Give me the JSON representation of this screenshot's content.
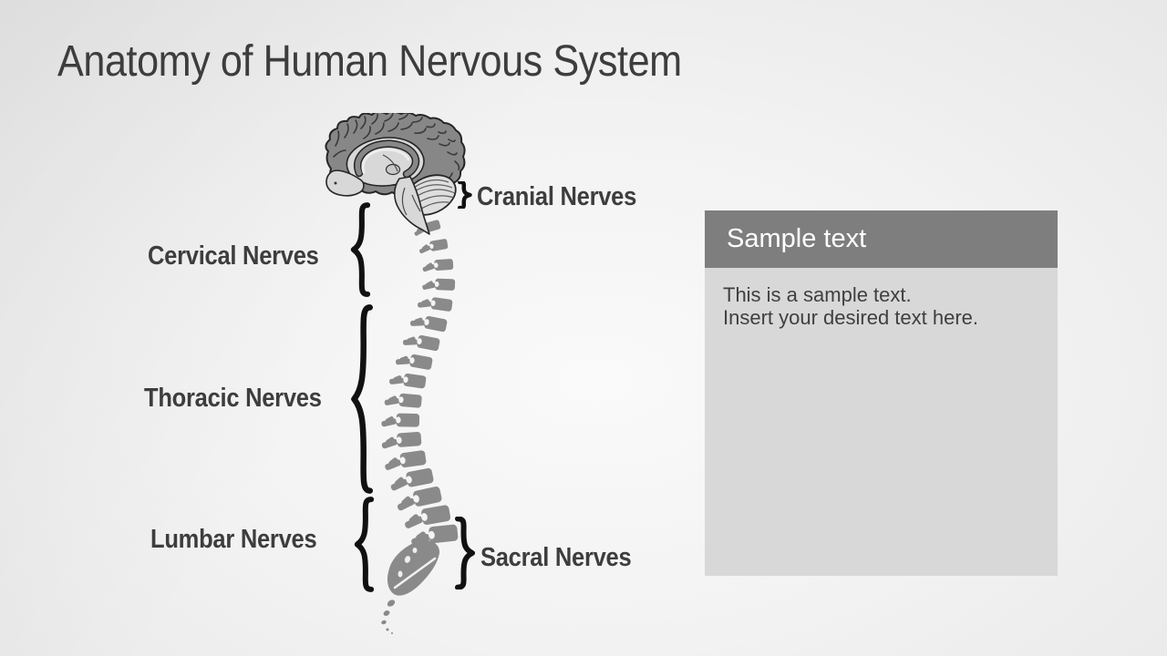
{
  "slide": {
    "title": "Anatomy of Human Nervous System"
  },
  "labels": {
    "cranial": "Cranial Nerves",
    "cervical": "Cervical Nerves",
    "thoracic": "Thoracic Nerves",
    "lumbar": "Lumbar Nerves",
    "sacral": "Sacral Nerves"
  },
  "callout": {
    "title": "Sample text",
    "line1": "This is a sample text.",
    "line2": "Insert your desired text here."
  },
  "colors": {
    "title_text": "#3d3d3d",
    "label_text": "#3d3d3d",
    "callout_header_bg": "#7e7e7e",
    "callout_header_text": "#ffffff",
    "callout_body_bg": "#d8d8d8",
    "callout_body_text": "#3f3f3f",
    "brace": "#111111",
    "spine": "#8a8a8a",
    "brain_cortex": "#878787",
    "brain_inner": "#d8d8d8",
    "bg_center": "#fafafa",
    "bg_edge": "#e8e8e8"
  }
}
